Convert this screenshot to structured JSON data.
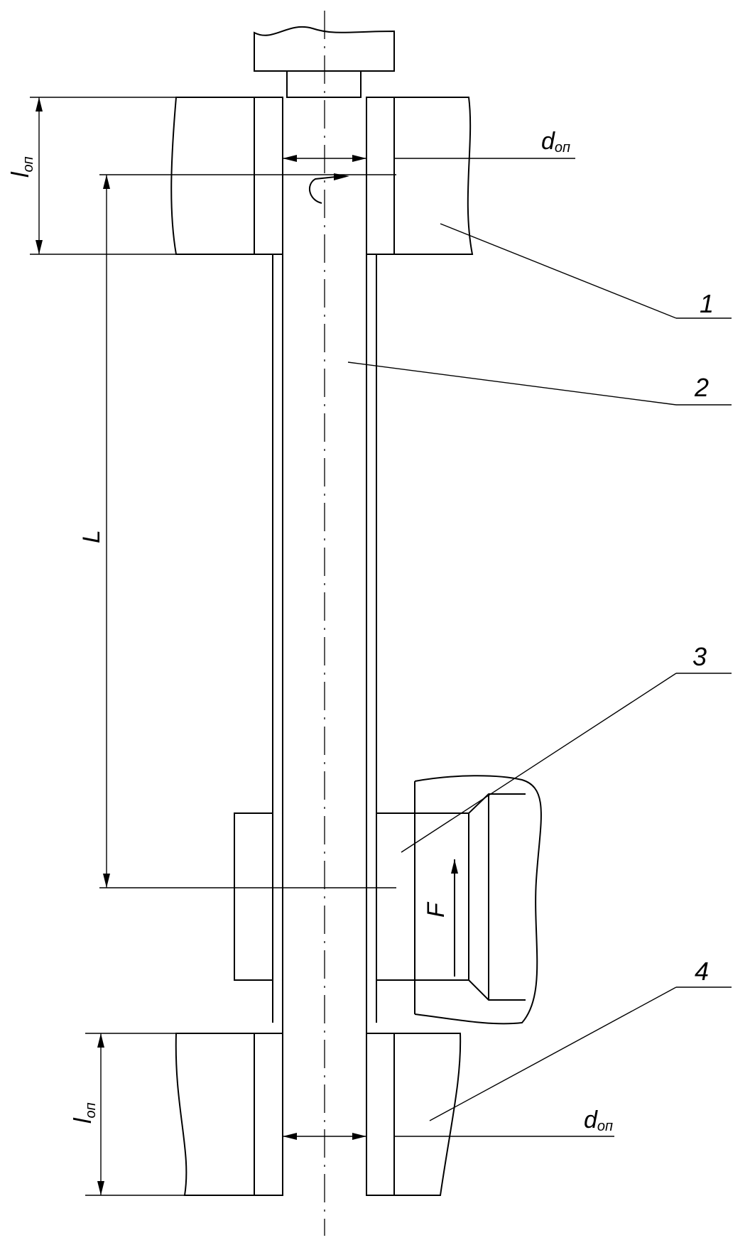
{
  "diagram": {
    "callouts": [
      {
        "id": "part-1",
        "label": "1"
      },
      {
        "id": "part-2",
        "label": "2"
      },
      {
        "id": "part-3",
        "label": "3"
      },
      {
        "id": "part-4",
        "label": "4"
      }
    ],
    "dimensions": {
      "top_support_length": {
        "symbol": "l",
        "subscript": "оп"
      },
      "bottom_support_length": {
        "symbol": "l",
        "subscript": "оп"
      },
      "top_support_diameter": {
        "symbol": "d",
        "subscript": "оп"
      },
      "bottom_support_diameter": {
        "symbol": "d",
        "subscript": "оп"
      },
      "span_length": {
        "symbol": "L"
      }
    },
    "load": {
      "symbol": "F"
    }
  }
}
